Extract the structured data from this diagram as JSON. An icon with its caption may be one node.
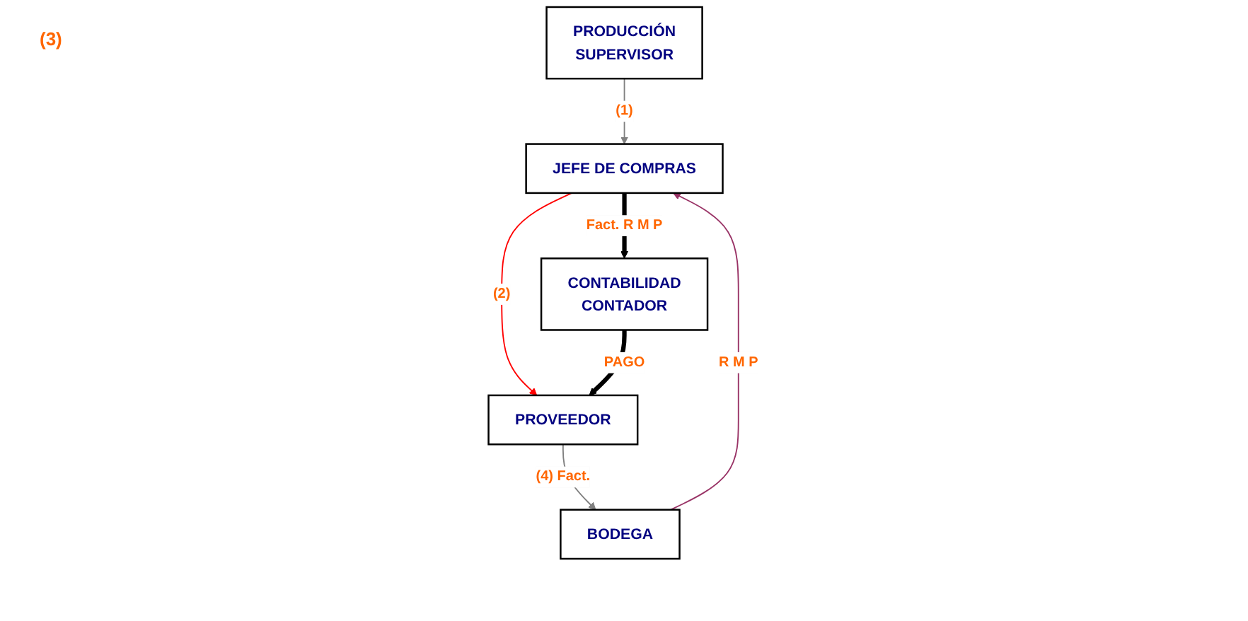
{
  "diagram": {
    "nodes": [
      {
        "text": [
          "PRODUCCIÓN",
          "SUPERVISOR"
        ]
      },
      {
        "text": [
          "JEFE DE COMPRAS"
        ]
      },
      {
        "text": [
          "CONTABILIDAD",
          "CONTADOR"
        ]
      },
      {
        "text": [
          "PROVEEDOR"
        ]
      },
      {
        "text": [
          "BODEGA"
        ]
      }
    ],
    "edges": [
      {
        "from": 0,
        "to": 1,
        "arrow": "to",
        "label": "(1)",
        "color": "#808080"
      },
      {
        "from": 1,
        "to": 2,
        "arrow": "to",
        "label": "Fact. R M P",
        "style": "thick",
        "color": "#000000"
      },
      {
        "from": 1,
        "to": 3,
        "arrow": "to",
        "label": "(2)",
        "color": "#ff0000"
      },
      {
        "from": 2,
        "to": 3,
        "arrow": "to",
        "label": "PAGO",
        "style": "thick",
        "color": "#000000"
      },
      {
        "from": 3,
        "to": 4,
        "arrow": "to",
        "label": "(4) Fact.",
        "color": "#808080"
      },
      {
        "from": 4,
        "to": 1,
        "arrow": "to",
        "label": "R M P",
        "color": "#993366"
      }
    ],
    "labels": [
      "(3)"
    ]
  }
}
